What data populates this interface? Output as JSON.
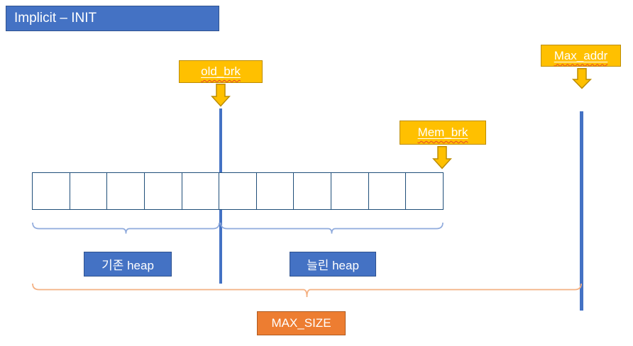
{
  "title": {
    "label": "Implicit – INIT"
  },
  "markers": {
    "old_brk": {
      "label": "old_brk"
    },
    "mem_brk": {
      "label": "Mem_brk"
    },
    "max_addr": {
      "label": "Max_addr"
    }
  },
  "heap": {
    "cell_count": 11,
    "existing_label": "기존 heap",
    "expanded_label": "늘린 heap"
  },
  "max_size": {
    "label": "MAX_SIZE"
  },
  "colors": {
    "blue_fill": "#4472C4",
    "blue_border": "#2F528F",
    "yellow_fill": "#FFC000",
    "yellow_border": "#BC8C00",
    "orange_fill": "#ED7D31",
    "orange_border": "#AE5A21",
    "cell_border": "#1F4E79",
    "brace_blue": "#8FAADC",
    "brace_orange": "#F4B183",
    "spellcheck_red": "#e8402f"
  }
}
